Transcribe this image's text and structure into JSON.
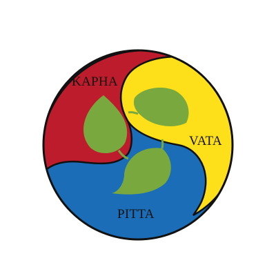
{
  "diagram": {
    "labels": {
      "kapha": "KAPHA",
      "vata": "VATA",
      "pitta": "PITTA"
    },
    "colors": {
      "kapha": "#bd1c2c",
      "vata": "#fde019",
      "pitta": "#1a6db6",
      "leaf": "#79a83e",
      "outline": "#111111",
      "background": "#ffffff"
    },
    "icons": [
      "leaf-icon",
      "leaf-icon",
      "leaf-icon"
    ]
  }
}
